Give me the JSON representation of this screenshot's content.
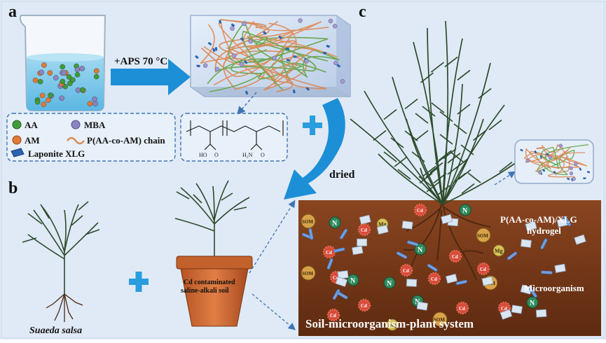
{
  "panels": {
    "a": "a",
    "b": "b",
    "c": "c"
  },
  "reaction_label": "+APS 70 °C",
  "legend": {
    "aa": "AA",
    "mba": "MBA",
    "am": "AM",
    "chain": "P(AA-co-AM) chain",
    "laponite": "Laponite XLG"
  },
  "dried_label": "dried",
  "plant_name": "Suaeda salsa",
  "pot_label_line1": "Cd contaminated",
  "pot_label_line2": "saline-alkali soil",
  "hydrogel_label_line1": "P(AA-co-AM)/XLG",
  "hydrogel_label_line2": "hydrogel",
  "microorganism_label": "Microorganism",
  "system_label": "Soil-microorganism-plant system",
  "soil_tokens": {
    "som": "SOM",
    "n": "N",
    "cd": "Cd",
    "mg": "Mg"
  },
  "colors": {
    "background": "#dfeaf6",
    "arrow_blue": "#1d8fd6",
    "soil_brown": "#7b3a19",
    "dashed_border": "#3f74b3",
    "plus_blue": "#2a9ddf"
  }
}
